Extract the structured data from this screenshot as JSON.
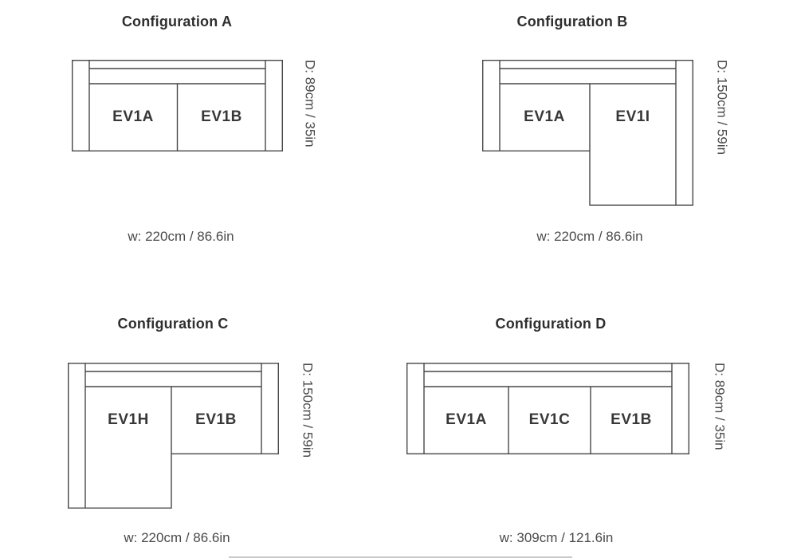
{
  "colors": {
    "background": "#ffffff",
    "line": "#474747",
    "title_text": "#2e2e2e",
    "module_text": "#383838",
    "dimension_text": "#4a4a4a"
  },
  "configurations": [
    {
      "title": "Configuration A",
      "modules": [
        "EV1A",
        "EV1B"
      ],
      "depth_label": "D: 89cm / 35in",
      "width_label": "w: 220cm / 86.6in"
    },
    {
      "title": "Configuration B",
      "modules": [
        "EV1A",
        "EV1I"
      ],
      "depth_label": "D: 150cm / 59in",
      "width_label": "w: 220cm / 86.6in"
    },
    {
      "title": "Configuration C",
      "modules": [
        "EV1H",
        "EV1B"
      ],
      "depth_label": "D: 150cm / 59in",
      "width_label": "w: 220cm / 86.6in"
    },
    {
      "title": "Configuration D",
      "modules": [
        "EV1A",
        "EV1C",
        "EV1B"
      ],
      "depth_label": "D: 89cm / 35in",
      "width_label": "w: 309cm / 121.6in"
    }
  ]
}
